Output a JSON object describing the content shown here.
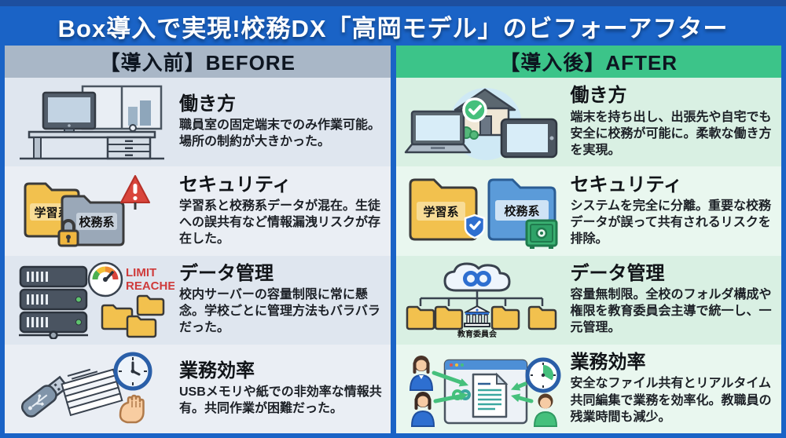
{
  "title": "Box導入で実現!校務DX「高岡モデル」のビフォーアフター",
  "before": {
    "header": "【導入前】BEFORE",
    "rows": [
      {
        "heading": "働き方",
        "description": "職員室の固定端末でのみ作業可能。場所の制約が大きかった。"
      },
      {
        "heading": "セキュリティ",
        "description": "学習系と校務系データが混在。生徒への誤共有など情報漏洩リスクが存在した。"
      },
      {
        "heading": "データ管理",
        "description": "校内サーバーの容量制限に常に懸念。学校ごとに管理方法もバラバラだった。"
      },
      {
        "heading": "業務効率",
        "description": "USBメモリや紙での非効率な情報共有。共同作業が困難だった。"
      }
    ]
  },
  "after": {
    "header": "【導入後】AFTER",
    "rows": [
      {
        "heading": "働き方",
        "description": "端末を持ち出し、出張先や自宅でも安全に校務が可能に。柔軟な働き方を実現。"
      },
      {
        "heading": "セキュリティ",
        "description": "システムを完全に分離。重要な校務データが誤って共有されるリスクを排除。"
      },
      {
        "heading": "データ管理",
        "description": "容量無制限。全校のフォルダ構成や権限を教育委員会主導で統一し、一元管理。"
      },
      {
        "heading": "業務効率",
        "description": "安全なファイル共有とリアルタイム共同編集で業務を効率化。教職員の残業時間も減少。"
      }
    ]
  },
  "icon_labels": {
    "learning_folder": "学習系",
    "admin_folder": "校務系",
    "limit_line1": "LIMIT",
    "limit_line2": "REACHED",
    "board_of_education": "教育委員会"
  },
  "colors": {
    "frame_blue": "#1a63c6",
    "top_strip_navy": "#1d4f9f",
    "before_header_gray": "#a9b7c7",
    "after_header_green": "#3cc489",
    "before_row_dark": "#dfe6ef",
    "before_row_light": "#eaeef4",
    "after_row_dark": "#d9f0e3",
    "after_row_light": "#e9f7ef",
    "alert_red": "#d9453c",
    "folder_yellow": "#f2c14e",
    "accent_green": "#45c07c",
    "accent_blue": "#2e6fd0"
  }
}
